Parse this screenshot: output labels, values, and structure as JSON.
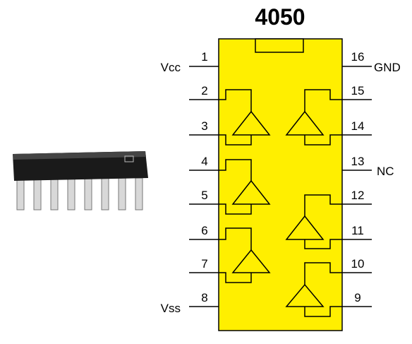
{
  "title": "4050",
  "colors": {
    "package_fill": "#FFEF00",
    "stroke": "#000000",
    "background": "#FFFFFF"
  },
  "photo": {
    "name": "dip-16-chip-photo"
  },
  "pins_left": [
    {
      "number": "1",
      "label": "Vcc"
    },
    {
      "number": "2",
      "label": ""
    },
    {
      "number": "3",
      "label": ""
    },
    {
      "number": "4",
      "label": ""
    },
    {
      "number": "5",
      "label": ""
    },
    {
      "number": "6",
      "label": ""
    },
    {
      "number": "7",
      "label": ""
    },
    {
      "number": "8",
      "label": "Vss"
    }
  ],
  "pins_right": [
    {
      "number": "16",
      "label": "GND"
    },
    {
      "number": "15",
      "label": ""
    },
    {
      "number": "14",
      "label": ""
    },
    {
      "number": "13",
      "label": "NC"
    },
    {
      "number": "12",
      "label": ""
    },
    {
      "number": "11",
      "label": ""
    },
    {
      "number": "10",
      "label": ""
    },
    {
      "number": "9",
      "label": ""
    }
  ],
  "buffers": [
    {
      "input_pin": "3",
      "output_pin": "2",
      "icon": "buffer-triangle"
    },
    {
      "input_pin": "5",
      "output_pin": "4",
      "icon": "buffer-triangle"
    },
    {
      "input_pin": "7",
      "output_pin": "6",
      "icon": "buffer-triangle"
    },
    {
      "input_pin": "14",
      "output_pin": "15",
      "icon": "buffer-triangle"
    },
    {
      "input_pin": "11",
      "output_pin": "12",
      "icon": "buffer-triangle"
    },
    {
      "input_pin": "9",
      "output_pin": "10",
      "icon": "buffer-triangle"
    }
  ]
}
